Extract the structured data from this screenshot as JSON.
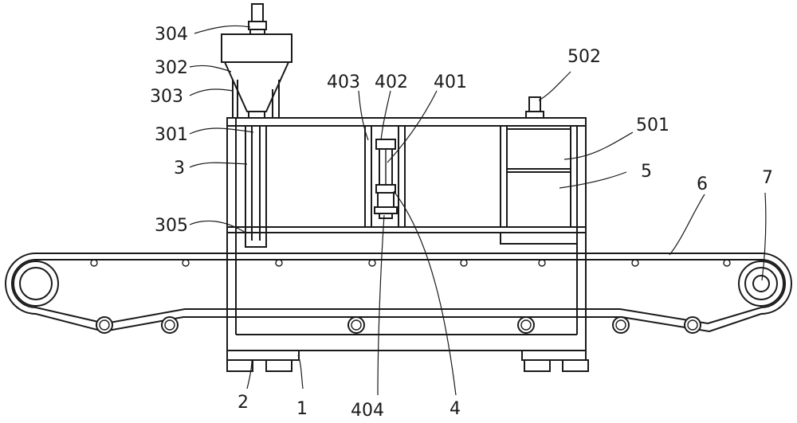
{
  "labels": {
    "n304": "304",
    "n302": "302",
    "n303": "303",
    "n301": "301",
    "n3": "3",
    "n305": "305",
    "n403": "403",
    "n402": "402",
    "n401": "401",
    "n502": "502",
    "n501": "501",
    "n5": "5",
    "n6": "6",
    "n7": "7",
    "n2": "2",
    "n1": "1",
    "n404": "404",
    "n4": "4"
  }
}
